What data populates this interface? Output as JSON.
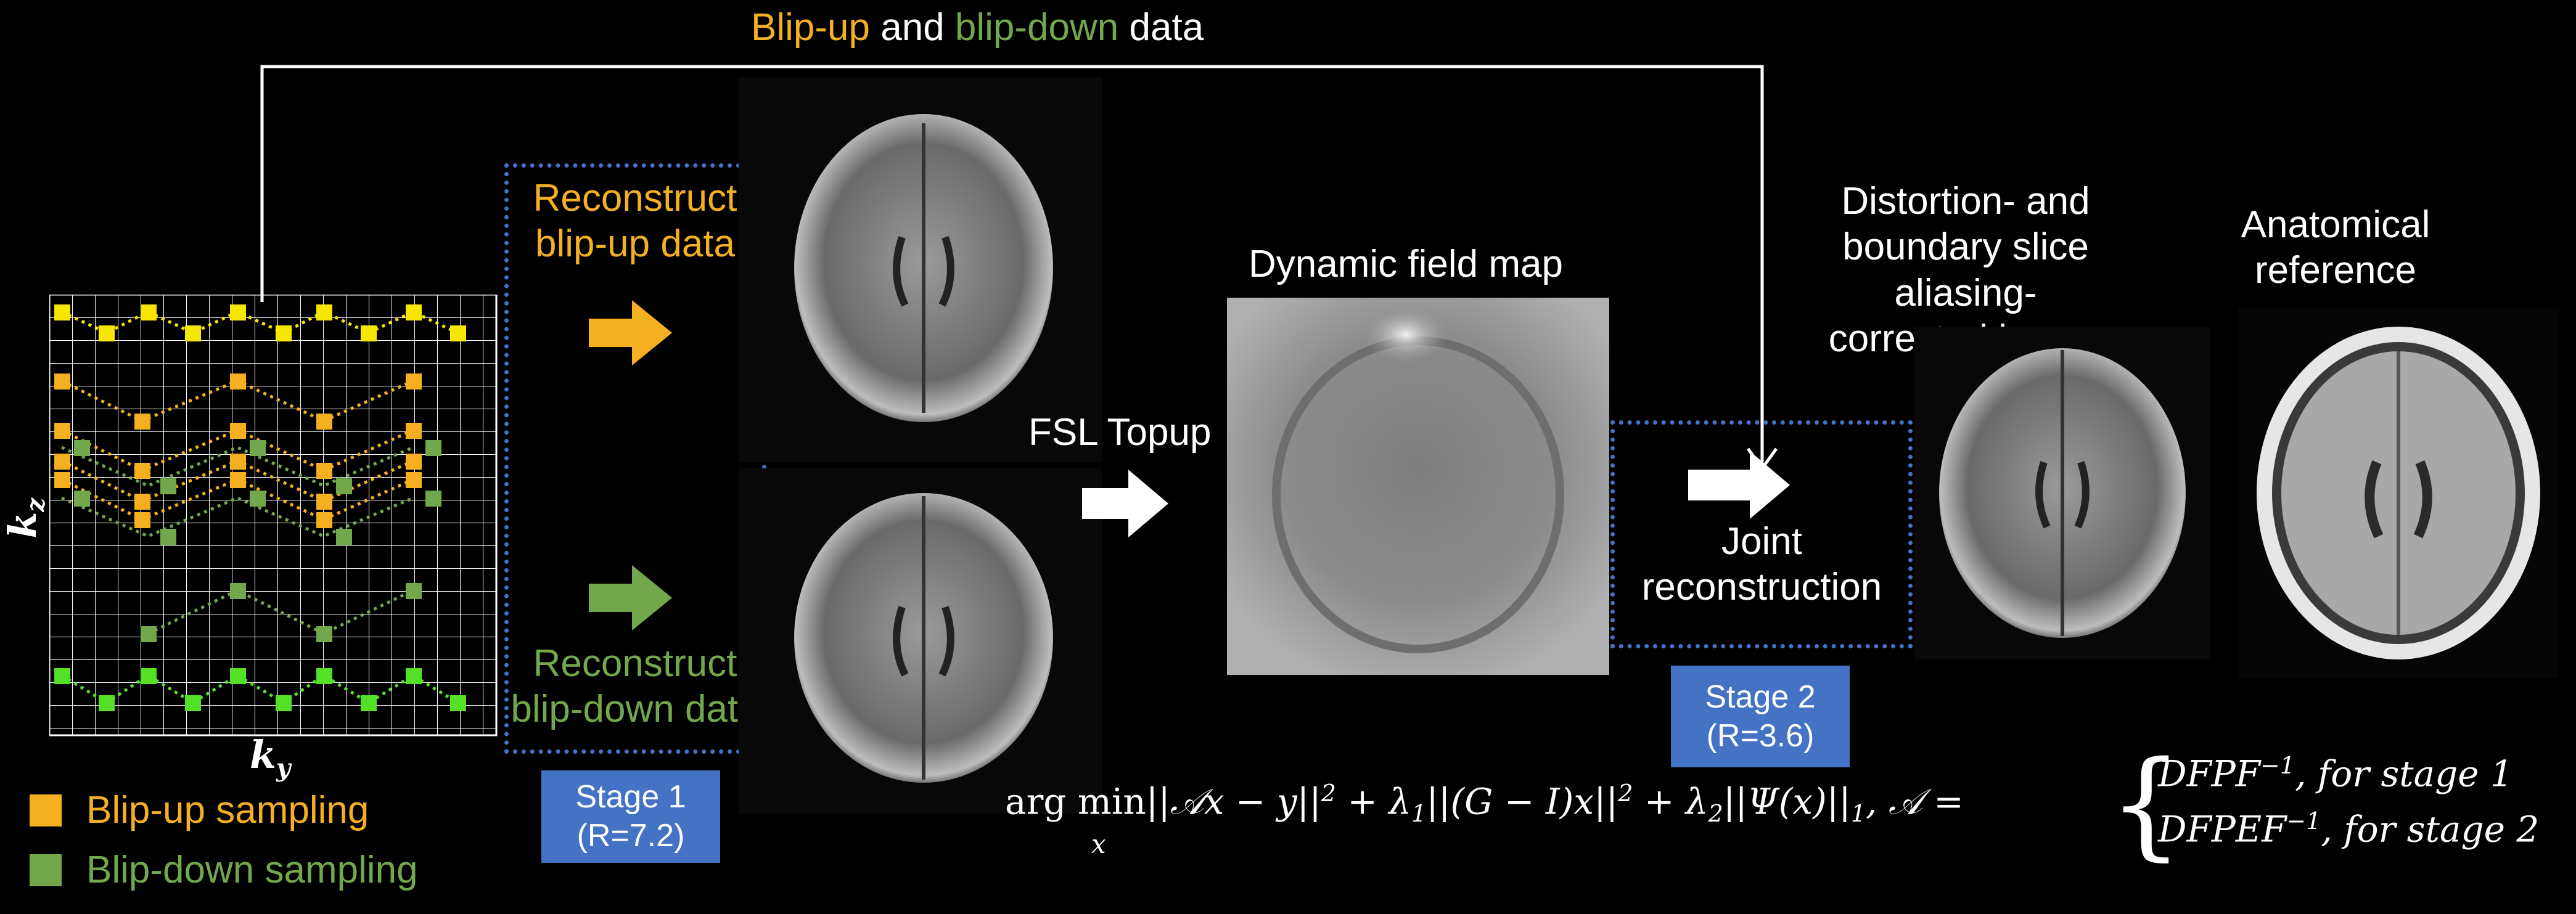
{
  "title": {
    "part1": "Blip-up",
    "part2": " and ",
    "part3": "blip-down",
    "part4": " data"
  },
  "colors": {
    "orange": "#F5B021",
    "green": "#72A84B",
    "bright_green": "#55E028",
    "yellow": "#F7E600",
    "stage_blue": "#4472C4"
  },
  "axes": {
    "kz": "k",
    "kz_sub": "z",
    "ky": "k",
    "ky_sub": "y"
  },
  "legend": {
    "blip_up": "Blip-up sampling",
    "blip_down": "Blip-down sampling"
  },
  "recon_up": {
    "line1": "Reconstruct",
    "line2": "blip-up data"
  },
  "recon_down": {
    "line1": "Reconstruct",
    "line2": "blip-down data"
  },
  "stage1": {
    "line1": "Stage 1",
    "line2": "(R=7.2)"
  },
  "stage2": {
    "line1": "Stage 2",
    "line2": "(R=3.6)"
  },
  "fsl_topup": "FSL Topup",
  "field_map": "Dynamic field map",
  "joint": {
    "line1": "Joint",
    "line2": "reconstruction"
  },
  "corrected": {
    "line1": "Distortion- and",
    "line2": "boundary slice aliasing-",
    "line3": "corrected image"
  },
  "anatomical": {
    "line1": "Anatomical",
    "line2": "reference"
  },
  "equation": {
    "argmin": "arg min",
    "sub_x": "x",
    "term1": "||𝒜x − y||",
    "plus1": "+ λ",
    "term2": "||(G − I)x||",
    "plus2": "+ λ",
    "term3": "||Ψ(x)||",
    "sub1": "1",
    "sub2": "2",
    "sup2": "2",
    "a_def": ", 𝒜 =",
    "case1": "DFPF",
    "case2": "DFPEF",
    "inv": "−1",
    "case_tail1": ", for stage 1",
    "case_tail2": ", for stage 2"
  }
}
